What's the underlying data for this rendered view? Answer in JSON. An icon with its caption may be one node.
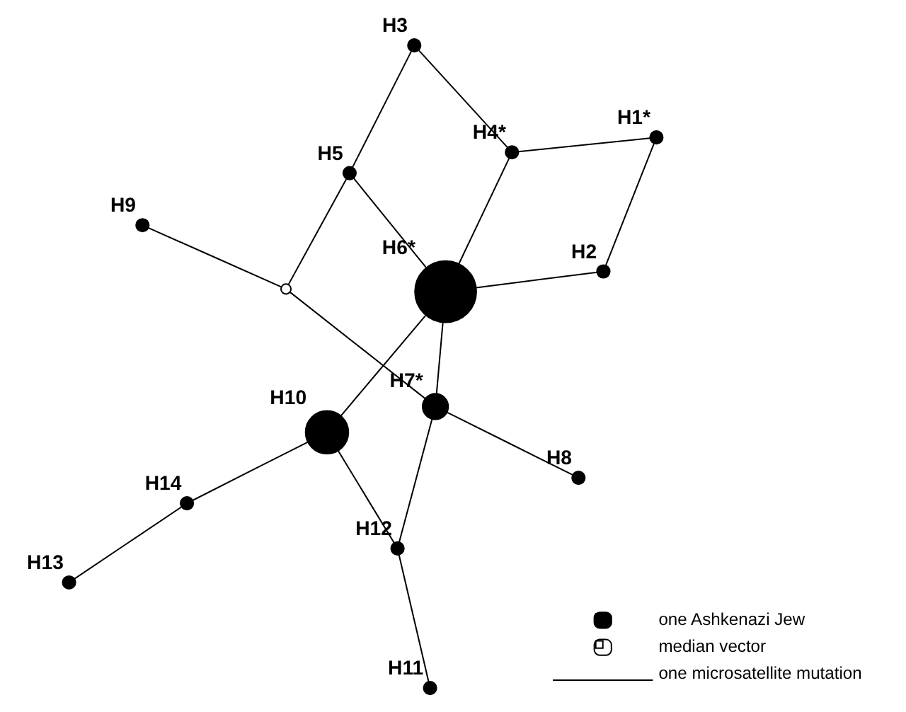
{
  "diagram": {
    "nodes": [
      {
        "text": [],
        "shape": "circle",
        "beside": [
          "H9"
        ]
      },
      {
        "text": [],
        "shape": "circle",
        "beside": [
          "H8"
        ]
      },
      {
        "text": [],
        "shape": "circle",
        "beside": [
          "H11"
        ]
      },
      {
        "text": [],
        "shape": "circle"
      },
      {
        "text": [],
        "shape": "circle",
        "beside": [
          "H7*"
        ]
      },
      {
        "text": [],
        "shape": "circle",
        "beside": [
          "H12"
        ]
      },
      {
        "text": [],
        "shape": "circle",
        "beside": [
          "H13"
        ]
      },
      {
        "text": [],
        "shape": "circle",
        "beside": [
          "H5"
        ]
      },
      {
        "text": [],
        "shape": "circle",
        "beside": [
          "H14"
        ]
      },
      {
        "text": [],
        "shape": "circle",
        "beside": [
          "H6*"
        ]
      },
      {
        "text": [],
        "shape": "circle",
        "beside": [
          "H10"
        ]
      },
      {
        "text": [],
        "shape": "circle",
        "beside": [
          "H3"
        ]
      },
      {
        "text": [],
        "shape": "circle",
        "beside": [
          "H4*"
        ]
      },
      {
        "text": [],
        "shape": "circle",
        "beside": [
          "H2"
        ]
      },
      {
        "text": [],
        "shape": "circle",
        "beside": [
          "H1*"
        ]
      }
    ],
    "edges": [
      {
        "from": 0,
        "to": 3,
        "arrow": "none"
      },
      {
        "from": 3,
        "to": 7,
        "arrow": "none"
      },
      {
        "from": 3,
        "to": 4,
        "arrow": "none"
      },
      {
        "from": 4,
        "to": 1,
        "arrow": "none"
      },
      {
        "from": 4,
        "to": 5,
        "arrow": "none"
      },
      {
        "from": 4,
        "to": 9,
        "arrow": "none"
      },
      {
        "from": 5,
        "to": 2,
        "arrow": "none"
      },
      {
        "from": 5,
        "to": 10,
        "arrow": "none"
      },
      {
        "from": 7,
        "to": 11,
        "arrow": "none"
      },
      {
        "from": 7,
        "to": 9,
        "arrow": "none"
      },
      {
        "from": 11,
        "to": 12,
        "arrow": "none"
      },
      {
        "from": 12,
        "to": 9,
        "arrow": "none"
      },
      {
        "from": 12,
        "to": 14,
        "arrow": "none"
      },
      {
        "from": 14,
        "to": 13,
        "arrow": "none"
      },
      {
        "from": 13,
        "to": 9,
        "arrow": "none"
      },
      {
        "from": 9,
        "to": 10,
        "arrow": "none"
      },
      {
        "from": 10,
        "to": 8,
        "arrow": "none"
      },
      {
        "from": 8,
        "to": 6,
        "arrow": "none"
      }
    ],
    "legend": [
      {
        "text": "one Ashkenazi Jew"
      },
      {
        "text": "median vector"
      },
      {
        "text": "one microsatellite mutation"
      }
    ]
  }
}
